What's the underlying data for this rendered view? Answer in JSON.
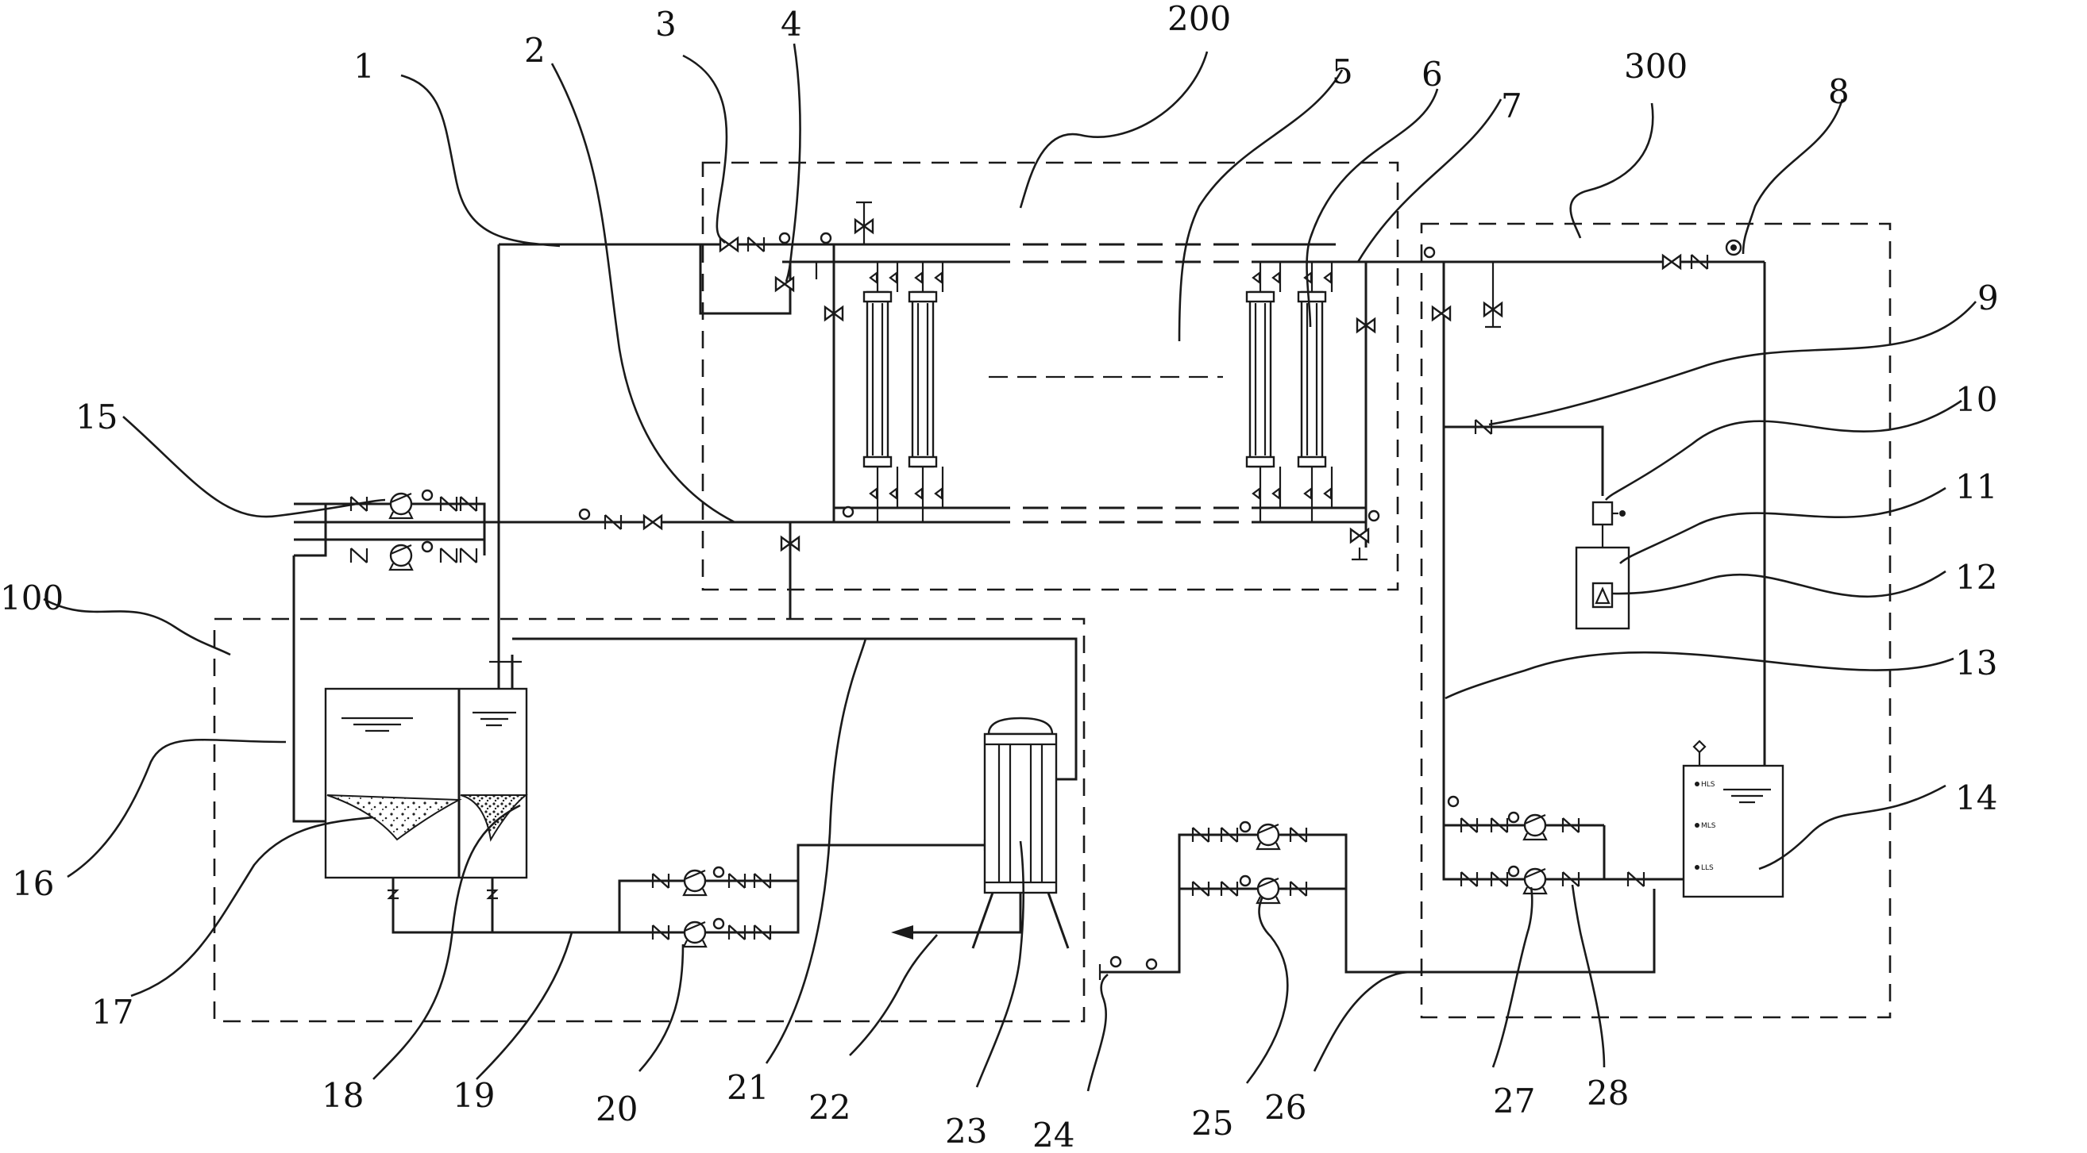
{
  "labels": {
    "l1": "1",
    "l2": "2",
    "l3": "3",
    "l4": "4",
    "l5": "5",
    "l6": "6",
    "l7": "7",
    "l8": "8",
    "l9": "9",
    "l10": "10",
    "l11": "11",
    "l12": "12",
    "l13": "13",
    "l14": "14",
    "l15": "15",
    "l16": "16",
    "l17": "17",
    "l18": "18",
    "l19": "19",
    "l20": "20",
    "l21": "21",
    "l22": "22",
    "l23": "23",
    "l24": "24",
    "l25": "25",
    "l26": "26",
    "l27": "27",
    "l28": "28",
    "l100": "100",
    "l200": "200",
    "l300": "300"
  },
  "tank_levels": {
    "high": "HLS",
    "mid": "MLS",
    "low": "LLS"
  },
  "colors": {
    "line": "#1a1a1a",
    "background": "#ffffff"
  }
}
